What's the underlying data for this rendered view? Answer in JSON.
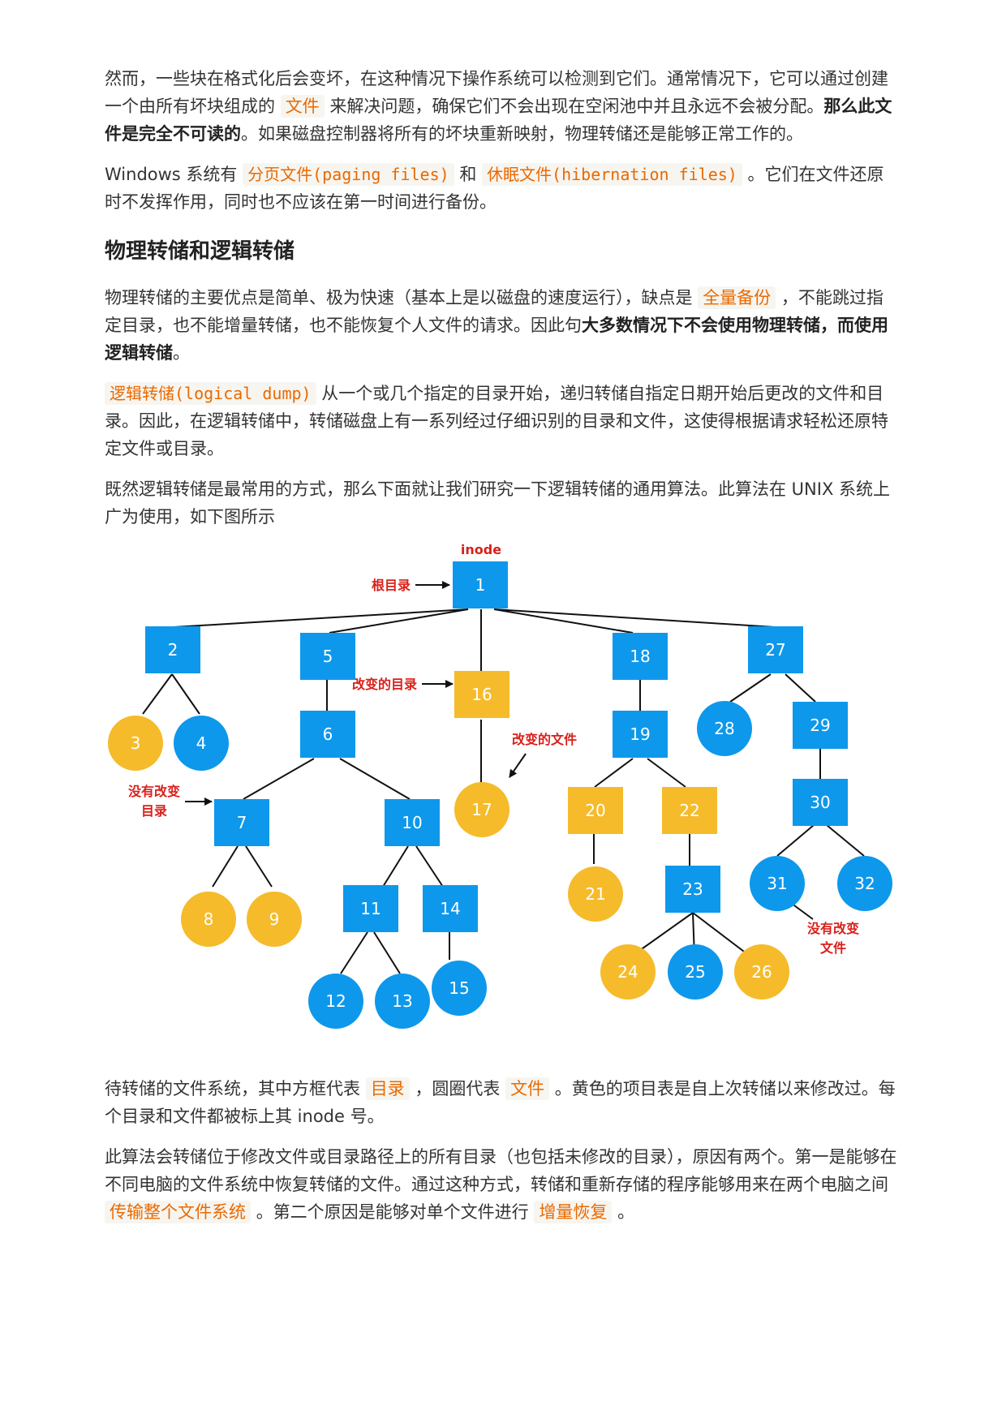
{
  "para1": {
    "t1": "然而，一些块在格式化后会变坏，在这种情况下操作系统可以检测到它们。通常情况下，它可以通过创建一个由所有坏块组成的",
    "hl1": "文件",
    "t2": "来解决问题，确保它们不会出现在空闲池中并且永远不会被分配。",
    "b1": "那么此文件是完全不可读的",
    "t3": "。如果磁盘控制器将所有的坏块重新映射，物理转储还是能够正常工作的。"
  },
  "para2": {
    "t1": "Windows 系统有",
    "c1": "分页文件(paging files)",
    "t2": "和",
    "c2": "休眠文件(hibernation files)",
    "t3": "。它们在文件还原时不发挥作用，同时也不应该在第一时间进行备份。"
  },
  "heading": "物理转储和逻辑转储",
  "para3": {
    "t1": "物理转储的主要优点是简单、极为快速（基本上是以磁盘的速度运行），缺点是",
    "hl1": "全量备份",
    "t2": "，不能跳过指定目录，也不能增量转储，也不能恢复个人文件的请求。因此句",
    "b1": "大多数情况下不会使用物理转储，而使用逻辑转储",
    "t3": "。"
  },
  "para4": {
    "c1": "逻辑转储(logical dump)",
    "t1": "从一个或几个指定的目录开始，递归转储自指定日期开始后更改的文件和目录。因此，在逻辑转储中，转储磁盘上有一系列经过仔细识别的目录和文件，这使得根据请求轻松还原特定文件或目录。"
  },
  "para5": {
    "t1": "既然逻辑转储是最常用的方式，那么下面就让我们研究一下逻辑转储的通用算法。此算法在 UNIX 系统上广为使用，如下图所示"
  },
  "diagram": {
    "labels": {
      "inode": "inode",
      "root": "根目录",
      "changed_dir": "改变的目录",
      "changed_file": "改变的文件",
      "unchanged_dir_1": "没有改变",
      "unchanged_dir_2": "目录",
      "unchanged_file_1": "没有改变",
      "unchanged_file_2": "文件"
    },
    "colors": {
      "blue": "#0d98ec",
      "yellow": "#f5bb2a",
      "red": "#d9201a"
    },
    "nodes": {
      "n1": "1",
      "n2": "2",
      "n3": "3",
      "n4": "4",
      "n5": "5",
      "n6": "6",
      "n7": "7",
      "n8": "8",
      "n9": "9",
      "n10": "10",
      "n11": "11",
      "n12": "12",
      "n13": "13",
      "n14": "14",
      "n15": "15",
      "n16": "16",
      "n17": "17",
      "n18": "18",
      "n19": "19",
      "n20": "20",
      "n21": "21",
      "n22": "22",
      "n23": "23",
      "n24": "24",
      "n25": "25",
      "n26": "26",
      "n27": "27",
      "n28": "28",
      "n29": "29",
      "n30": "30",
      "n31": "31",
      "n32": "32"
    }
  },
  "para6": {
    "t1": "待转储的文件系统，其中方框代表",
    "hl1": "目录",
    "t2": "，圆圈代表",
    "hl2": "文件",
    "t3": "。黄色的项目表是自上次转储以来修改过。每个目录和文件都被标上其 inode 号。"
  },
  "para7": {
    "t1": "此算法会转储位于修改文件或目录路径上的所有目录（也包括未修改的目录），原因有两个。第一是能够在不同电脑的文件系统中恢复转储的文件。通过这种方式，转储和重新存储的程序能够用来在两个电脑之间",
    "hl1": "传输整个文件系统",
    "t2": "。第二个原因是能够对单个文件进行",
    "hl2": "增量恢复",
    "t3": "。"
  }
}
